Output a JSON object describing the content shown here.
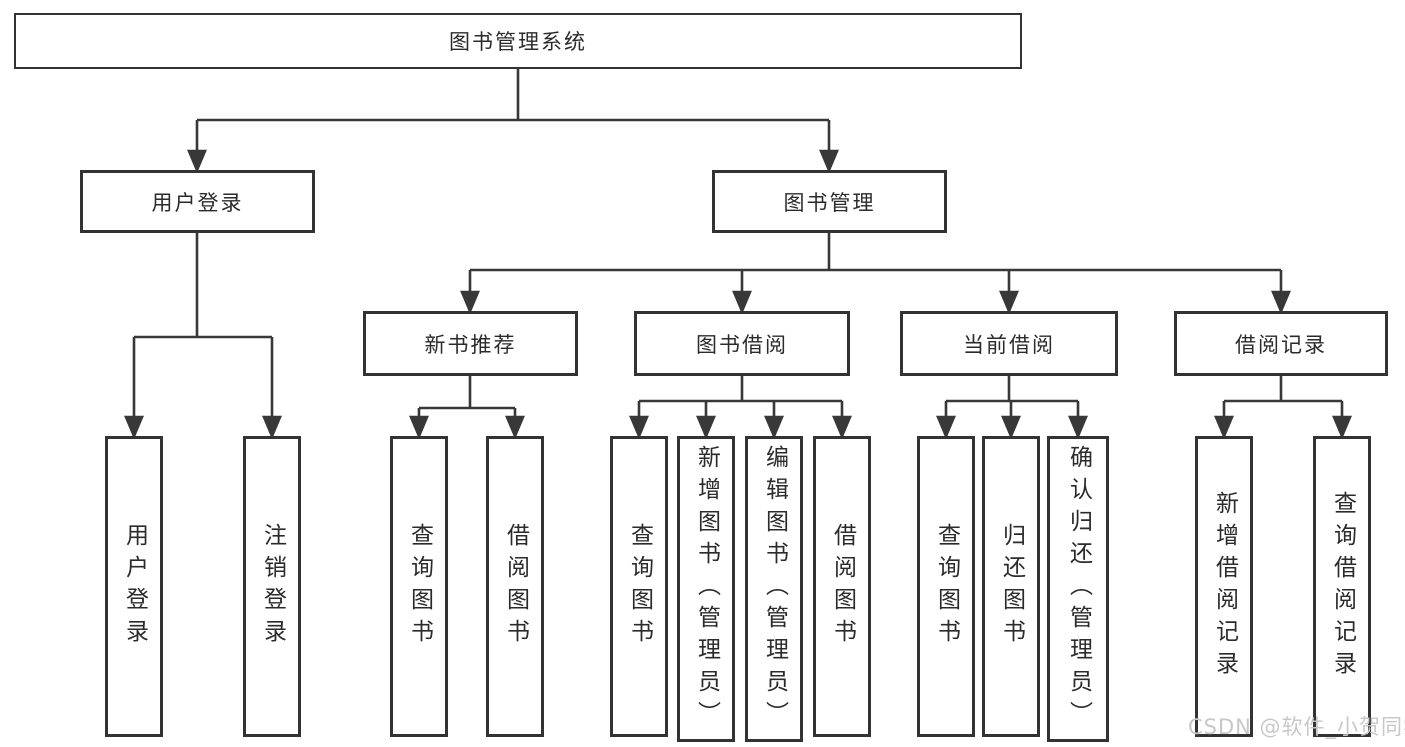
{
  "title": "图书管理系统",
  "tree": {
    "label": "图书管理系统",
    "children": [
      {
        "label": "用户登录",
        "children": [
          {
            "label": "用户登录"
          },
          {
            "label": "注销登录"
          }
        ]
      },
      {
        "label": "图书管理",
        "children": [
          {
            "label": "新书推荐",
            "children": [
              {
                "label": "查询图书"
              },
              {
                "label": "借阅图书"
              }
            ]
          },
          {
            "label": "图书借阅",
            "children": [
              {
                "label": "查询图书"
              },
              {
                "label": "新增图书（管理员）"
              },
              {
                "label": "编辑图书（管理员）"
              },
              {
                "label": "借阅图书"
              }
            ]
          },
          {
            "label": "当前借阅",
            "children": [
              {
                "label": "查询图书"
              },
              {
                "label": "归还图书"
              },
              {
                "label": "确认归还（管理员）"
              }
            ]
          },
          {
            "label": "借阅记录",
            "children": [
              {
                "label": "新增借阅记录"
              },
              {
                "label": "查询借阅记录"
              }
            ]
          }
        ]
      }
    ]
  },
  "watermark": {
    "text": "CSDN @软件_小贺同学"
  },
  "colors": {
    "line": "#383838",
    "box_border": "#333333",
    "box_background": "#ffffff",
    "text": "#2b2b2b",
    "watermark": "#c8c8c8"
  }
}
